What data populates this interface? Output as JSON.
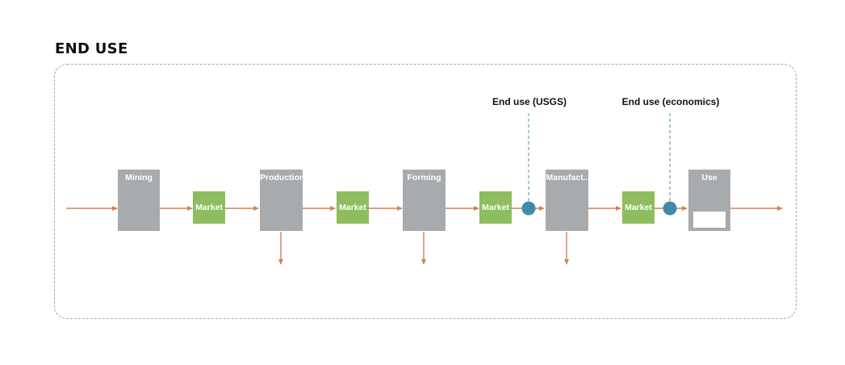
{
  "title": "END USE",
  "stages": [
    {
      "label": "Mining"
    },
    {
      "label": "Production"
    },
    {
      "label": "Forming"
    },
    {
      "label": "Manufact.."
    },
    {
      "label": "Use"
    }
  ],
  "markets": [
    {
      "label": "Market"
    },
    {
      "label": "Market"
    },
    {
      "label": "Market"
    },
    {
      "label": "Market"
    }
  ],
  "annotations": [
    {
      "label": "End use (USGS)"
    },
    {
      "label": "End use (economics)"
    }
  ],
  "colors": {
    "stage": "#a8abae",
    "market": "#8dbd5f",
    "arrow": "#d8814f",
    "marker": "#3e8aa8",
    "dashed": "#86aec4"
  }
}
